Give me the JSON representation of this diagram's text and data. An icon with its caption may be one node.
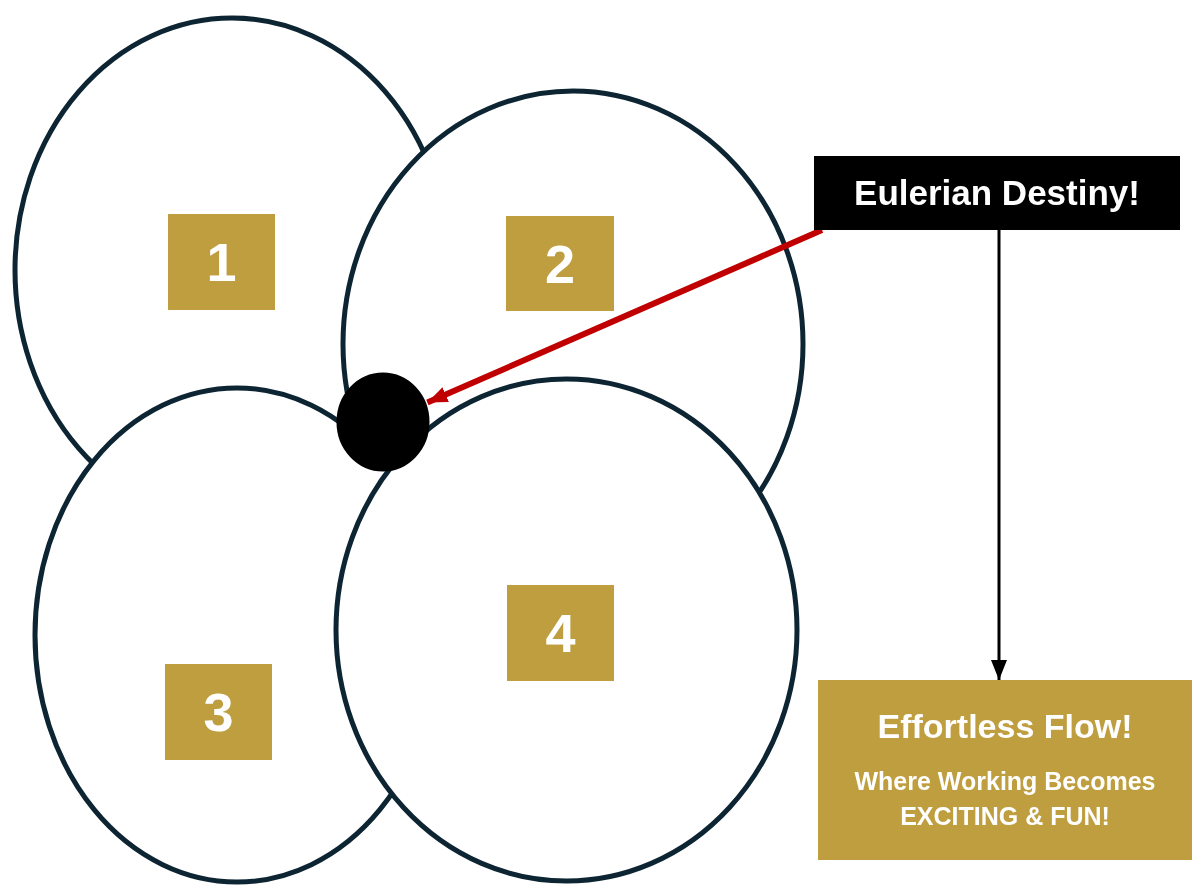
{
  "diagram": {
    "nodes": [
      {
        "text": [],
        "shape": "circle"
      },
      {
        "text": [
          "1"
        ],
        "in": 0
      },
      {
        "text": [],
        "shape": "circle"
      },
      {
        "text": [
          "2"
        ],
        "in": 2
      },
      {
        "text": [
          "Eulerian Destiny!"
        ]
      },
      {
        "text": [],
        "shape": "circle"
      },
      {
        "text": [],
        "shape": "circle"
      },
      {
        "text": [
          "3"
        ],
        "in": 6
      },
      {
        "text": [],
        "shape": "circle"
      },
      {
        "text": [
          "4"
        ],
        "in": 8
      },
      {
        "text": [
          "Effortless Flow!",
          "Where Working Becomes EXCITING & FUN!"
        ]
      }
    ],
    "edges": [
      {
        "from": 4,
        "to": 5,
        "arrow": "to",
        "style": "thick",
        "color": "#c00000"
      },
      {
        "from": 4,
        "to": 10,
        "arrow": "to",
        "color": "#000000"
      }
    ]
  }
}
